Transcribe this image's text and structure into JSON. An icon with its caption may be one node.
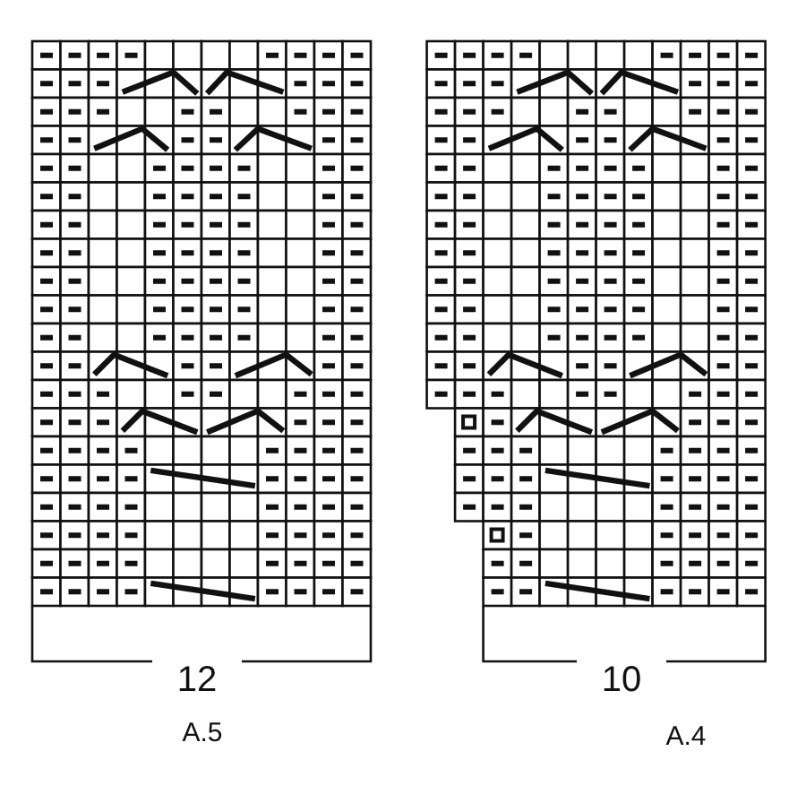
{
  "diagram": {
    "labels": [
      "12",
      "10",
      "A.5",
      "A.4"
    ]
  }
}
